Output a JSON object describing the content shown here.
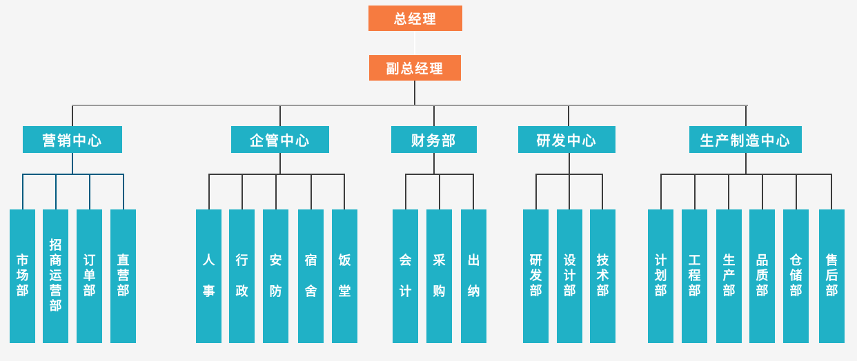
{
  "colors": {
    "orange": "#F67B40",
    "teal": "#20B1C6",
    "line_dark": "#3C3C3C",
    "line_gray": "#9A9A9A",
    "line_blue": "#015A7F",
    "line_white": "#FFFFFF",
    "background": "#F5F5F5"
  },
  "diagram": {
    "root": {
      "label": "总经理"
    },
    "deputy": {
      "label": "副总经理"
    },
    "centers": [
      {
        "label": "营销中心",
        "children": [
          "市场部",
          "招商运营部",
          "订单部",
          "直营部"
        ]
      },
      {
        "label": "企管中心",
        "children": [
          "人事",
          "行政",
          "安防",
          "宿舍",
          "饭堂"
        ]
      },
      {
        "label": "财务部",
        "children": [
          "会计",
          "采购",
          "出纳"
        ]
      },
      {
        "label": "研发中心",
        "children": [
          "研发部",
          "设计部",
          "技术部"
        ]
      },
      {
        "label": "生产制造中心",
        "children": [
          "计划部",
          "工程部",
          "生产部",
          "品质部",
          "仓储部",
          "售后部"
        ]
      }
    ]
  }
}
